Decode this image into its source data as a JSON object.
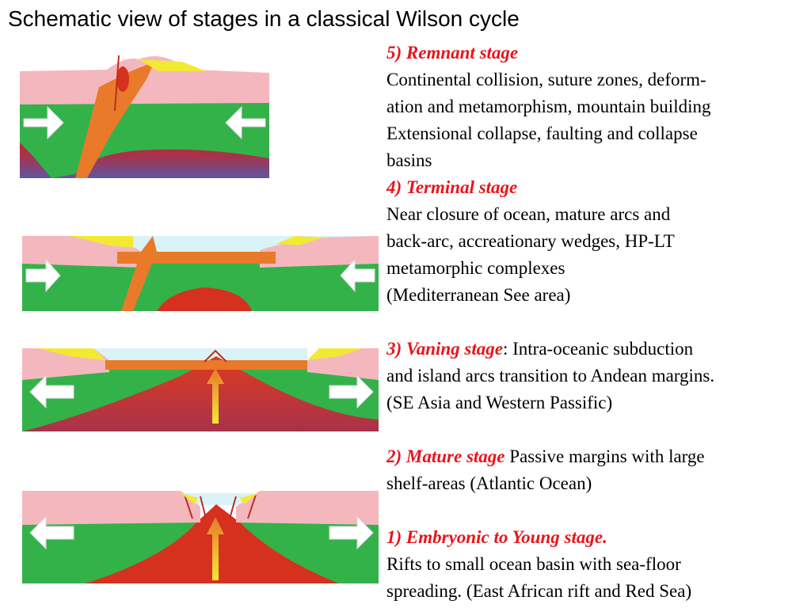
{
  "title": "Schematic view of stages in a classical Wilson cycle",
  "colors": {
    "stage_title": "#e8141b",
    "crust_pink": "#f4b7be",
    "lithosphere_green": "#33b24a",
    "mantle_red": "#d6301f",
    "mantle_purple": "#6a54a0",
    "sediment_yellow": "#f2e933",
    "oceanic_orange": "#e87a2a",
    "sea_blue": "#d9f3f6",
    "arrow_white": "#ffffff"
  },
  "icons": {
    "arrow_in": "arrow-convergent-icon",
    "arrow_out": "arrow-divergent-icon",
    "upwelling": "mantle-upwelling-arrow-icon"
  },
  "stages": [
    {
      "id": "remnant",
      "title": "5) Remnant stage",
      "sep": "",
      "body_lines": [
        "Continental collision, suture zones, deform-",
        "ation and metamorphism, mountain building",
        "Extensional collapse, faulting and collapse",
        "basins"
      ]
    },
    {
      "id": "terminal",
      "title": "4) Terminal stage",
      "sep": "",
      "body_lines": [
        "Near closure of ocean, mature arcs and",
        "back-arc, accreationary wedges, HP-LT",
        "metamorphic complexes",
        "(Mediterranean See area)"
      ]
    },
    {
      "id": "vaning",
      "title": "3) Vaning stage",
      "sep": ": ",
      "first_line_rest": "Intra-oceanic subduction",
      "body_lines": [
        "and island arcs transition to Andean margins.",
        "(SE Asia and Western Passific)"
      ]
    },
    {
      "id": "mature",
      "title": "2) Mature stage",
      "sep": " ",
      "first_line_rest": "Passive margins with large",
      "body_lines": [
        "shelf-areas (Atlantic Ocean)"
      ]
    },
    {
      "id": "embryonic",
      "title": "1) Embryonic to Young stage.",
      "sep": "",
      "body_lines": [
        "Rifts to small ocean basin with sea-floor",
        "spreading. (East African rift and Red Sea)"
      ]
    }
  ]
}
